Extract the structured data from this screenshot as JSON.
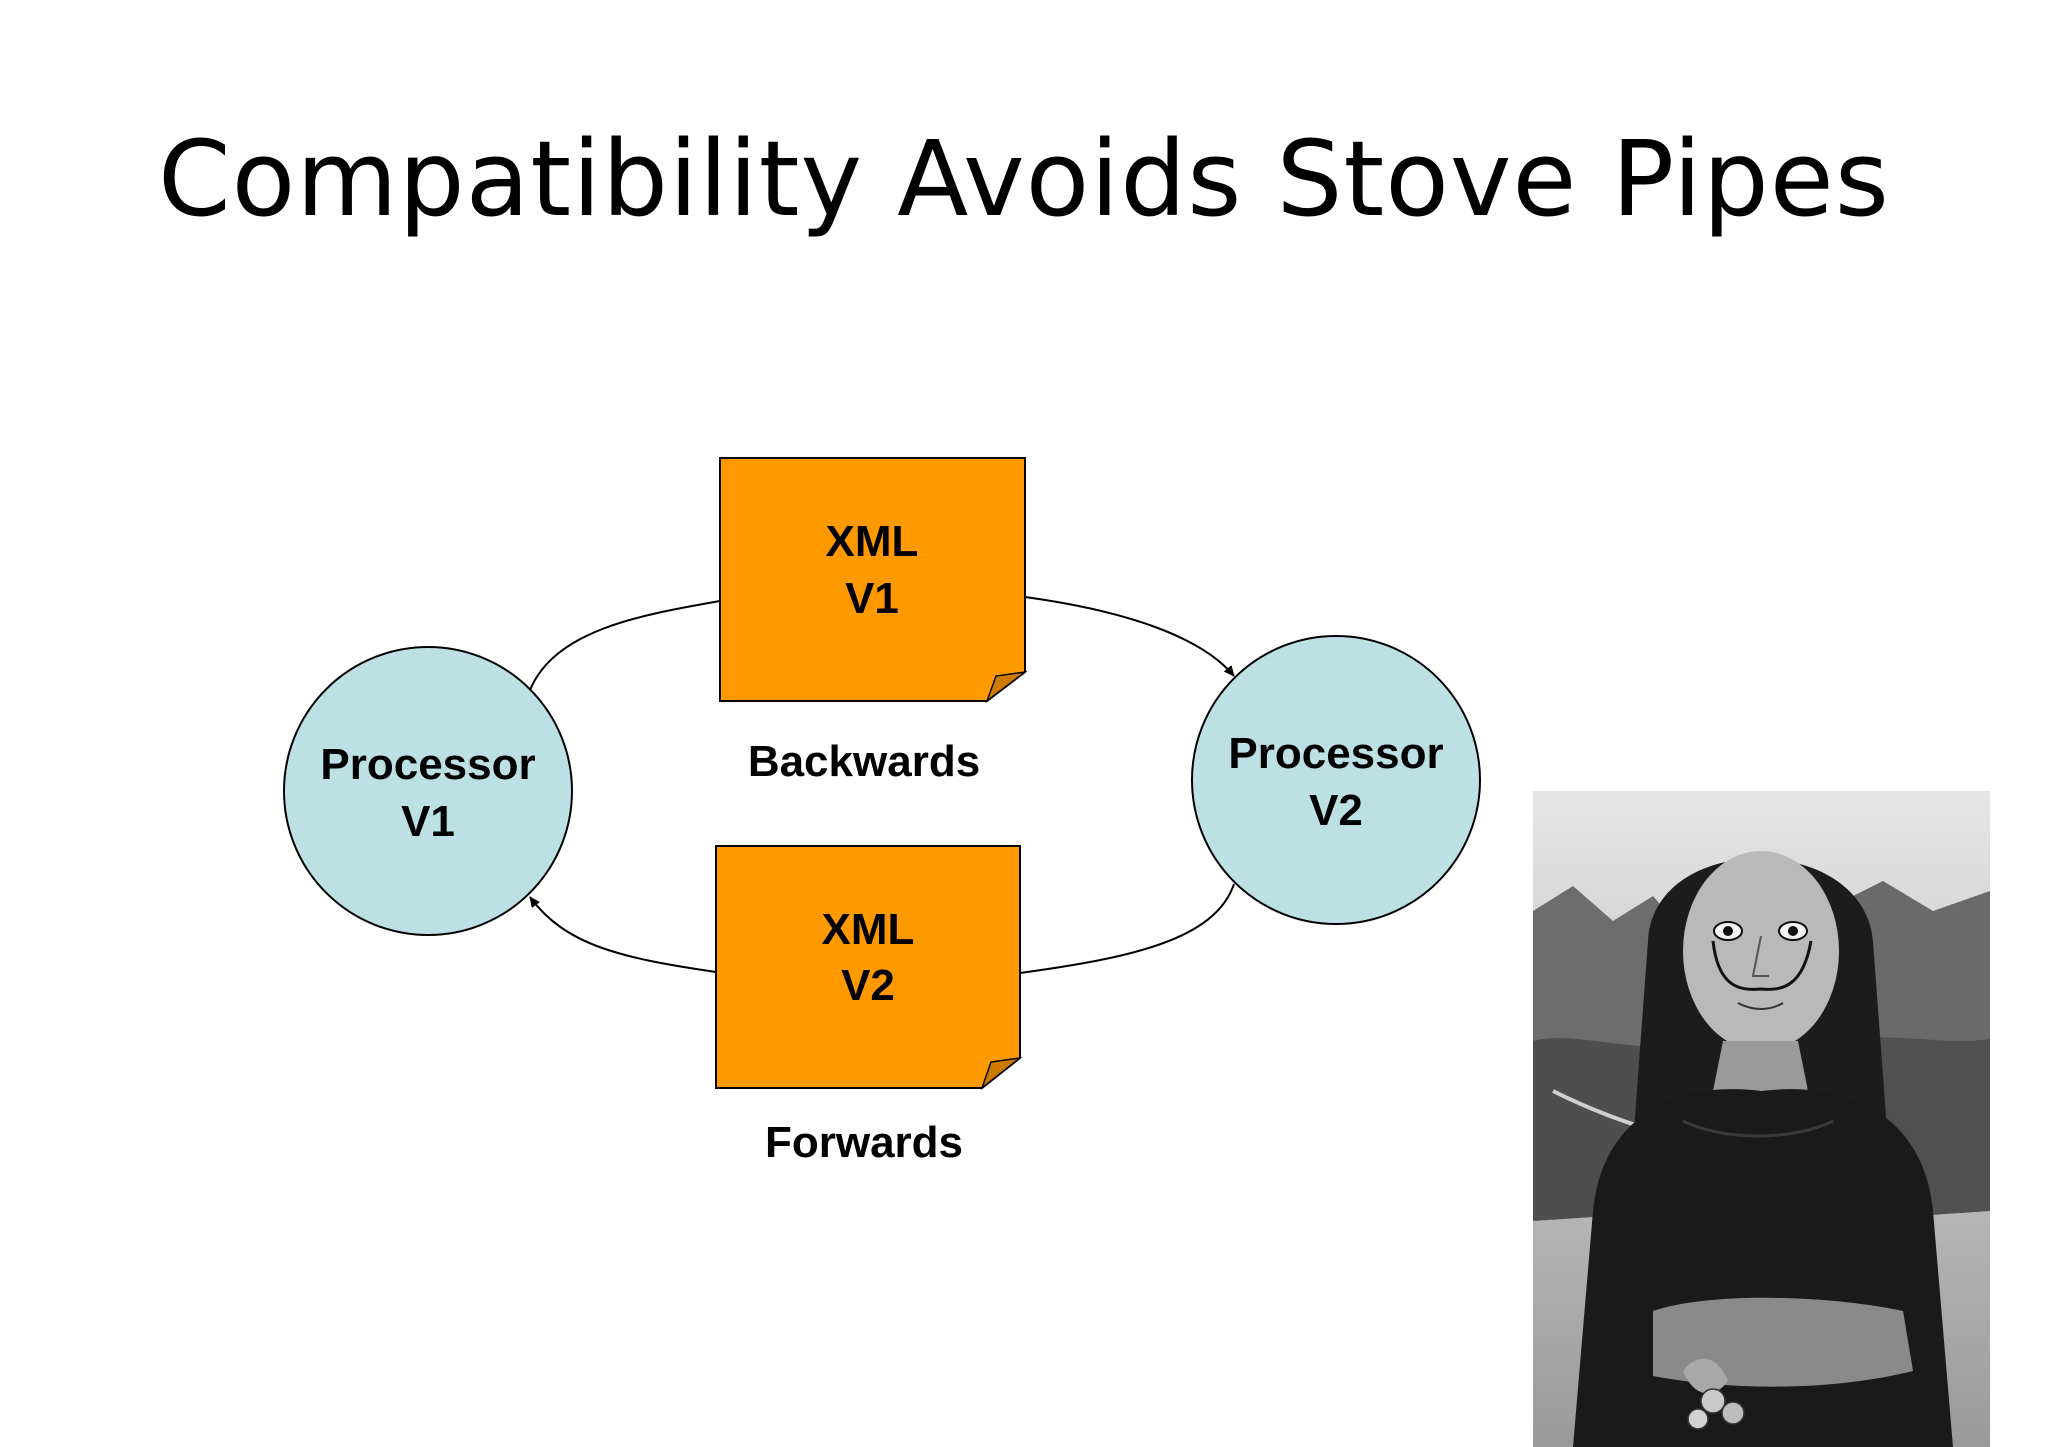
{
  "slide": {
    "title": "Compatibility Avoids Stove Pipes"
  },
  "colors": {
    "document_fill": "#FF9900",
    "document_fold": "#CC7A00",
    "processor_fill": "#BDE0E4",
    "stroke": "#000000"
  },
  "diagram": {
    "processor_v1": {
      "line1": "Processor",
      "line2": "V1"
    },
    "processor_v2": {
      "line1": "Processor",
      "line2": "V2"
    },
    "xml_v1": {
      "line1": "XML",
      "line2": "V1"
    },
    "xml_v2": {
      "line1": "XML",
      "line2": "V2"
    },
    "backwards_label": "Backwards",
    "forwards_label": "Forwards"
  },
  "picture": {
    "icon": "portrait-painting"
  }
}
